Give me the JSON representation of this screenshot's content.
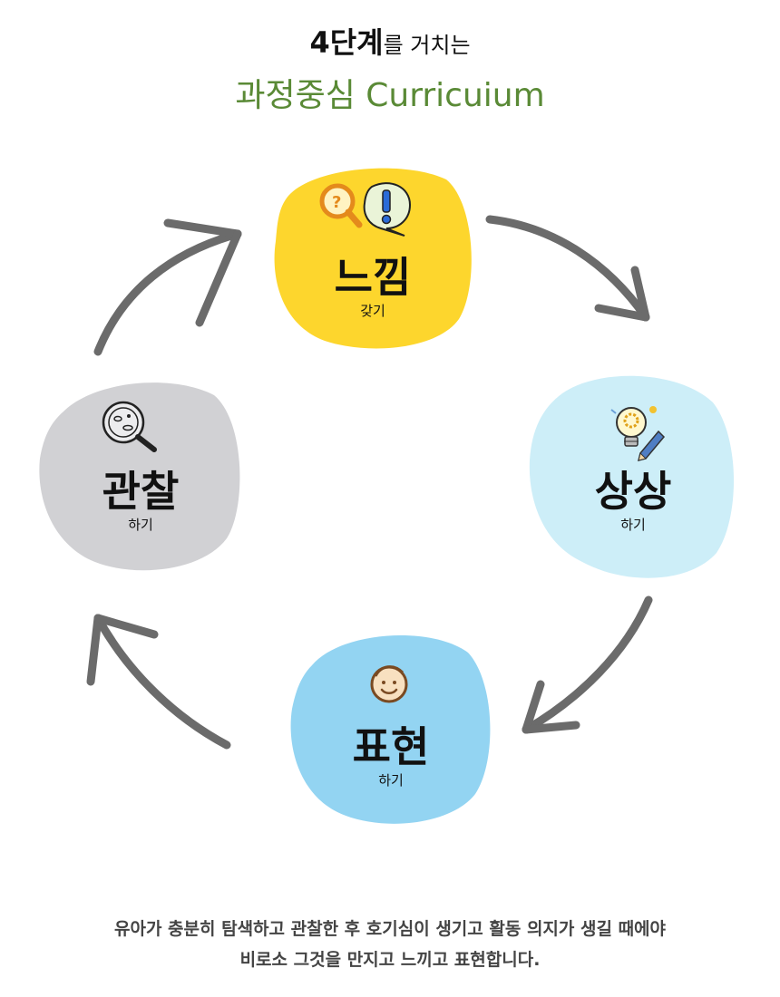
{
  "title": {
    "line1_strong": "4단계",
    "line1_rest": "를 거치는",
    "line2": "과정중심 Curricuium"
  },
  "nodes": [
    {
      "key": "feel",
      "title": "느낌",
      "subtitle": "갖기",
      "color": "#fdd62d",
      "icon": "magnifier-exclamation-icon"
    },
    {
      "key": "imagine",
      "title": "상상",
      "subtitle": "하기",
      "color": "#cdeef8",
      "icon": "lightbulb-pencil-icon"
    },
    {
      "key": "express",
      "title": "표현",
      "subtitle": "하기",
      "color": "#93d4f2",
      "icon": "smiley-face-icon"
    },
    {
      "key": "observe",
      "title": "관찰",
      "subtitle": "하기",
      "color": "#d1d1d4",
      "icon": "petri-dish-magnifier-icon"
    }
  ],
  "colors": {
    "title_green": "#5a8a36",
    "arrow_gray": "#6b6b6b"
  },
  "footer": {
    "line1": "유아가 충분히 탐색하고 관찰한 후 호기심이 생기고  활동 의지가 생길 때에야",
    "line2": "비로소 그것을 만지고 느끼고 표현합니다."
  }
}
